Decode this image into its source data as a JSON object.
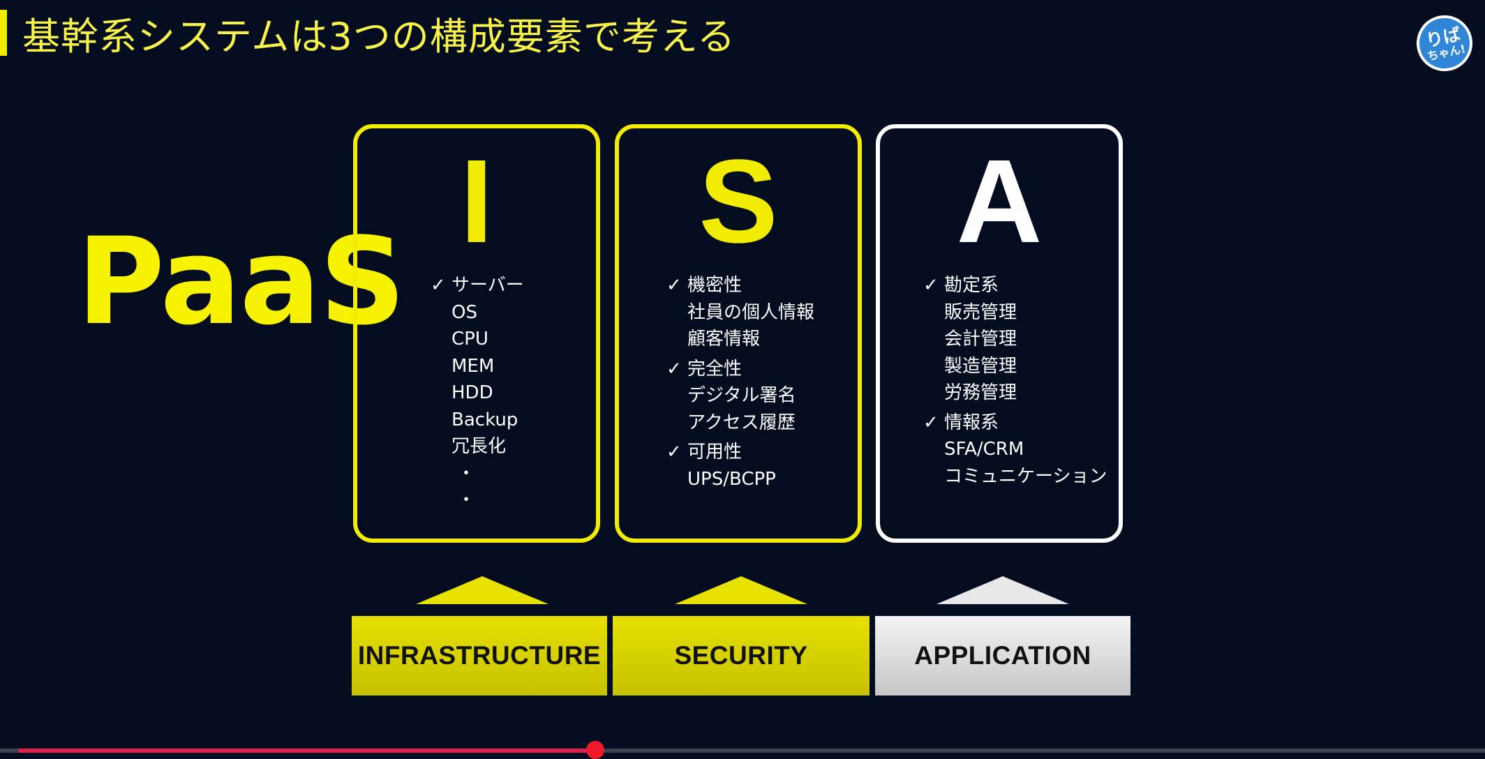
{
  "slide": {
    "title": "基幹系システムは3つの構成要素で考える",
    "logo_line1": "りば",
    "logo_line2": "ちゃん!",
    "paas_label": "PaaS"
  },
  "cards": [
    {
      "letter": "I",
      "items": [
        {
          "text": "サーバー",
          "check": "✓"
        },
        {
          "text": "OS"
        },
        {
          "text": "CPU"
        },
        {
          "text": "MEM"
        },
        {
          "text": "HDD"
        },
        {
          "text": "Backup"
        },
        {
          "text": "冗長化"
        },
        {
          "text": "・"
        },
        {
          "text": "・"
        }
      ]
    },
    {
      "letter": "S",
      "items": [
        {
          "text": "機密性",
          "check": "✓"
        },
        {
          "text": "社員の個人情報"
        },
        {
          "text": "顧客情報"
        },
        {
          "text": "完全性",
          "check": "✓"
        },
        {
          "text": "デジタル署名"
        },
        {
          "text": "アクセス履歴"
        },
        {
          "text": "可用性",
          "check": "✓"
        },
        {
          "text": "UPS/BCPP"
        }
      ]
    },
    {
      "letter": "A",
      "items": [
        {
          "text": "勘定系",
          "check": "✓"
        },
        {
          "text": "販売管理"
        },
        {
          "text": "会計管理"
        },
        {
          "text": "製造管理"
        },
        {
          "text": "労務管理"
        },
        {
          "text": "情報系",
          "check": "✓"
        },
        {
          "text": "SFA/CRM"
        },
        {
          "text": "コミュニケーション"
        }
      ]
    }
  ],
  "labels": {
    "infrastructure": "INFRASTRUCTURE",
    "security": "SECURITY",
    "application": "APPLICATION"
  },
  "colors": {
    "background": "#040c1f",
    "accent_yellow": "#f2ec00",
    "accent_white": "#ffffff",
    "progress_red": "#e0234a"
  },
  "video": {
    "progress_fraction": 0.4
  }
}
